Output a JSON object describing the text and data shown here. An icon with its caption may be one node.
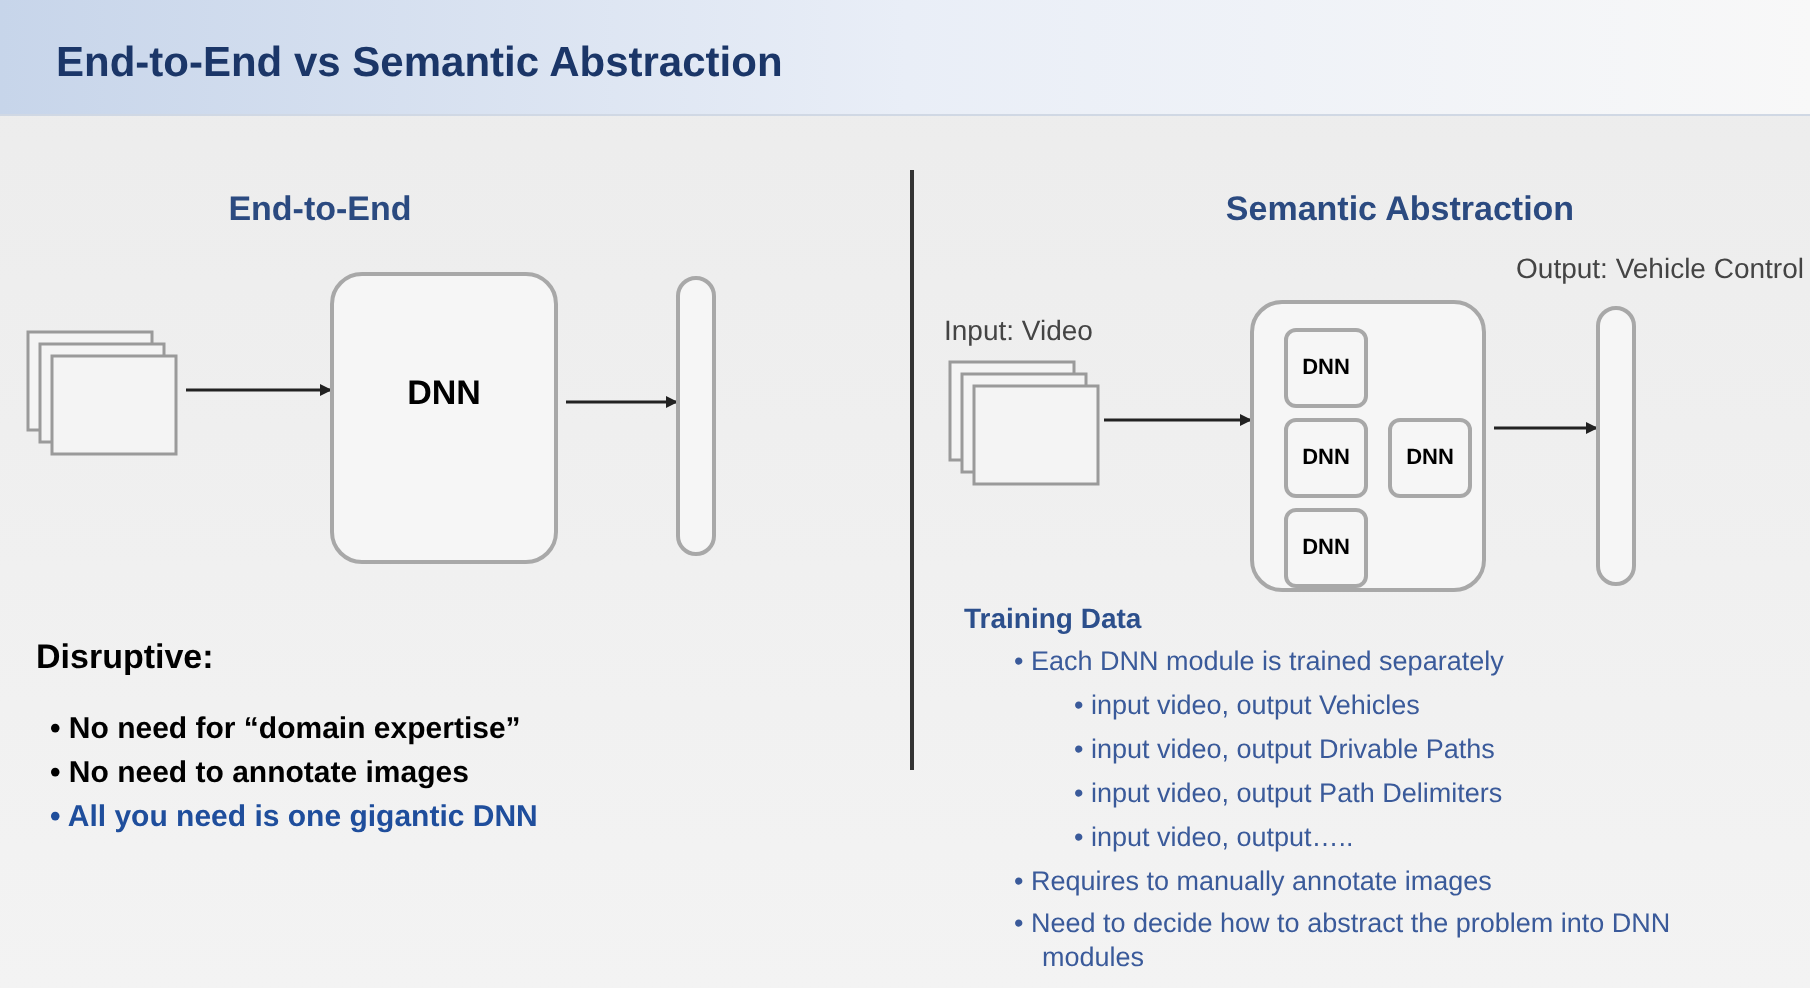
{
  "diagram": {
    "title": "End-to-End vs Semantic Abstraction",
    "nodes": [
      {
        "text": [],
        "shape": "box"
      },
      {
        "text": [
          "DNN"
        ]
      },
      {
        "text": [],
        "shape": "bar"
      },
      {
        "text": [
          "Input: Video"
        ]
      },
      {
        "text": [],
        "shape": "box"
      },
      {
        "text": [
          "DNN"
        ],
        "in": 4
      },
      {
        "text": [
          "DNN"
        ],
        "in": 4
      },
      {
        "text": [
          "DNN"
        ],
        "in": 4
      },
      {
        "text": [
          "DNN"
        ],
        "in": 4
      },
      {
        "text": [
          "Output: Vehicle Control"
        ]
      }
    ],
    "edges": [
      {
        "from": 0,
        "to": 1,
        "arrow": "to"
      },
      {
        "from": 1,
        "to": 2,
        "arrow": "to"
      },
      {
        "from": 3,
        "to": 4,
        "arrow": "to"
      },
      {
        "from": 4,
        "to": 9,
        "arrow": "to"
      }
    ],
    "labels": [
      "End-to-End",
      "Semantic Abstraction",
      "Disruptive:",
      "• No need for “domain expertise”",
      "• No need to annotate images",
      "• All you need is one gigantic DNN",
      "Training Data",
      "• Each DNN module is trained separately",
      "• input video, output Vehicles",
      "• input video, output Drivable Paths",
      "• input video, output Path Delimiters",
      "• input video, output…..",
      "• Requires to manually annotate images",
      "• Need to decide how to abstract the problem into DNN modules"
    ]
  }
}
